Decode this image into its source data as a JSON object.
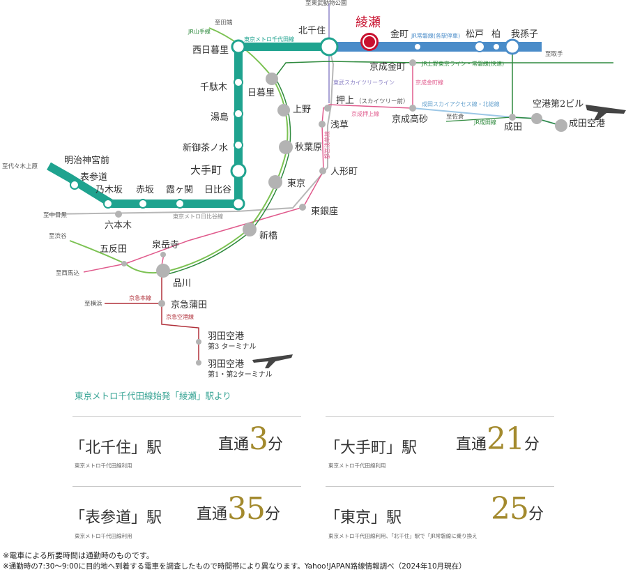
{
  "map": {
    "stations": {
      "ayase": "綾瀬",
      "kita_senju": "北千住",
      "nishi_nippori": "西日暮里",
      "sendagi": "千駄木",
      "yushima": "湯島",
      "shin_ochanomizu": "新御茶ノ水",
      "otemachi": "大手町",
      "hibiya": "日比谷",
      "kasumigaseki": "霞ヶ関",
      "akasaka": "赤坂",
      "nogizaka": "乃木坂",
      "omotesando": "表参道",
      "meiji_jingumae": "明治神宮前",
      "roppongi": "六本木",
      "nippori": "日暮里",
      "ueno": "上野",
      "akihabara": "秋葉原",
      "tokyo": "東京",
      "shimbashi": "新橋",
      "higashi_ginza": "東銀座",
      "ningyocho": "人形町",
      "asakusa": "浅草",
      "oshiage": "押上",
      "oshiage_sub": "（スカイツリー前）",
      "keisei_kanamachi": "京成金町",
      "keisei_takasago": "京成高砂",
      "kanamachi": "金町",
      "matsudo": "松戸",
      "kashiwa": "柏",
      "abiko": "我孫子",
      "narita": "成田",
      "airport_t2": "空港第2ビル",
      "narita_airport": "成田空港",
      "gotanda": "五反田",
      "sengakuji": "泉岳寺",
      "shinagawa": "品川",
      "keikyu_kamata": "京急蒲田",
      "haneda_t3_a": "羽田空港",
      "haneda_t3_b": "第3 ターミナル",
      "haneda_t12_a": "羽田空港",
      "haneda_t12_b": "第1・第2ターミナル"
    },
    "directions": {
      "to_tabata": "至田端",
      "to_tobu_zoo": "至東武動物公園",
      "to_toride": "至取手",
      "to_yoyogi_uehara": "至代々木上原",
      "to_naka_meguro": "至中目黒",
      "to_shibuya": "至渋谷",
      "to_nishi_magome": "至西馬込",
      "to_yokohama": "至横浜",
      "to_sakura": "至佐倉"
    },
    "lines": {
      "jr_yamanote": "JR山手線",
      "chiyoda": "東京メトロ千代田線",
      "jr_joban_local": "JR常磐線(各駅停車)",
      "jr_ueno_tokyo": "JR上野東京ライン・常磐線(快速)",
      "tobu_skytree": "東武スカイツリーライン",
      "keisei_kanamachi_line": "京成金町線",
      "keisei_oshiage_line": "京成押上線",
      "toei_asakusa": "都営浅草線",
      "narita_sky_access": "成田スカイアクセス線・北総線",
      "jr_narita": "JR成田線",
      "hibiya_line": "東京メトロ日比谷線",
      "keikyu_main": "京急本線",
      "keikyu_airport": "京急空港線"
    },
    "colors": {
      "chiyoda": "#1fa38f",
      "jr_joban_local": "#4a8cc9",
      "yamanote": "#7cc253",
      "ueno_tokyo": "#2f8a3e",
      "tobu": "#8f86c8",
      "keisei": "#e05a8c",
      "sky_access": "#9cc7e6",
      "hibiya": "#b7b7b7",
      "keikyu": "#b0303a",
      "ayase": "#c8102e"
    }
  },
  "summary": {
    "origin": "東京メトロ千代田線始発「綾瀬」駅より",
    "routes": [
      {
        "station": "「北千住」駅",
        "note": "東京メトロ千代田線利用",
        "prefix": "直通",
        "minutes": "3",
        "unit": "分"
      },
      {
        "station": "「大手町」駅",
        "note": "東京メトロ千代田線利用",
        "prefix": "直通",
        "minutes": "21",
        "unit": "分"
      },
      {
        "station": "「表参道」駅",
        "note": "東京メトロ千代田線利用",
        "prefix": "直通",
        "minutes": "35",
        "unit": "分"
      },
      {
        "station": "「東京」駅",
        "note": "東京メトロ千代田線利用、「北千住」駅で「JR常磐線に乗り換え",
        "prefix": "",
        "minutes": "25",
        "unit": "分"
      }
    ]
  },
  "footnotes": [
    "※電車による所要時間は通勤時のものです。",
    "※通勤時の7:30～9:00に目的地へ到着する電車を調査したもので時間帯により異なります。Yahoo!JAPAN路線情報調べ（2024年10月現在）"
  ]
}
